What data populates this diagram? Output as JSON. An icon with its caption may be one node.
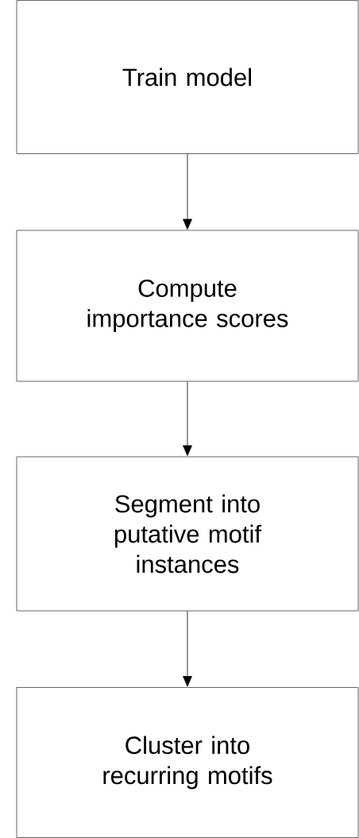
{
  "diagram": {
    "nodes": [
      {
        "text": [
          "Train model"
        ]
      },
      {
        "text": [
          "Compute importance scores"
        ]
      },
      {
        "text": [
          "Segment into putative motif instances"
        ]
      },
      {
        "text": [
          "Cluster into recurring motifs"
        ]
      }
    ],
    "edges": [
      {
        "from": 0,
        "to": 1,
        "arrow": "to"
      },
      {
        "from": 1,
        "to": 2,
        "arrow": "to"
      },
      {
        "from": 2,
        "to": 3,
        "arrow": "to"
      }
    ]
  }
}
